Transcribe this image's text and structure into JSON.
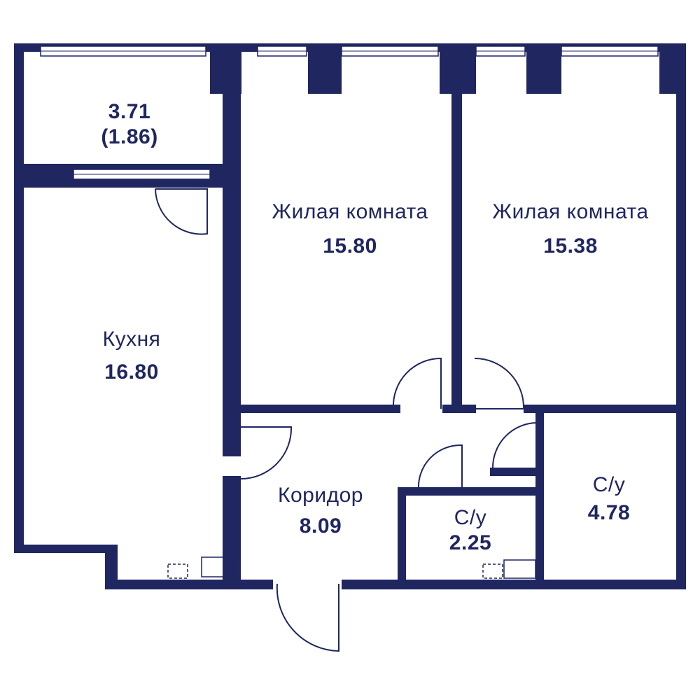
{
  "plan": {
    "colors": {
      "wall": "#1f2660",
      "background": "#ffffff"
    },
    "balcony": {
      "area": "3.71",
      "reduced_area": "(1.86)"
    },
    "rooms": {
      "living_room_1": {
        "name": "Жилая комната",
        "area": "15.80"
      },
      "living_room_2": {
        "name": "Жилая комната",
        "area": "15.38"
      },
      "kitchen": {
        "name": "Кухня",
        "area": "16.80"
      },
      "corridor": {
        "name": "Коридор",
        "area": "8.09"
      },
      "bathroom_small": {
        "name": "С/у",
        "area": "2.25"
      },
      "bathroom_large": {
        "name": "С/у",
        "area": "4.78"
      }
    }
  }
}
